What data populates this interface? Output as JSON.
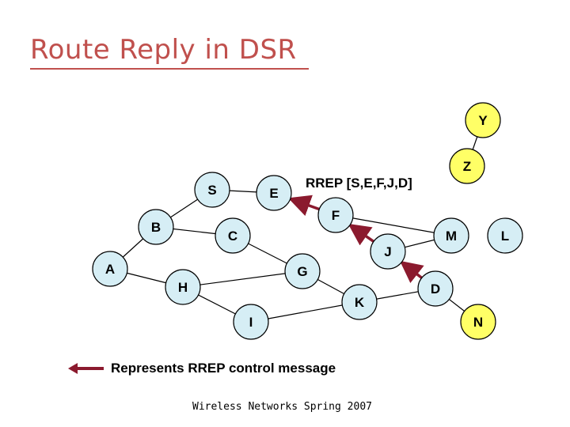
{
  "slide": {
    "title": "Route Reply in DSR",
    "footer": "Wireless Networks Spring 2007"
  },
  "colors": {
    "title": "#c0504d",
    "node_fill": "#d6eef5",
    "highlight_fill": "#ffff66",
    "arrow": "#8b1a2e",
    "edge": "#000000"
  },
  "annotation": {
    "rrep_label": "RREP [S,E,F,J,D]"
  },
  "legend": {
    "text": "Represents RREP control message"
  },
  "nodes": [
    {
      "id": "Y",
      "label": "Y",
      "highlight": true
    },
    {
      "id": "Z",
      "label": "Z",
      "highlight": true
    },
    {
      "id": "S",
      "label": "S",
      "highlight": false
    },
    {
      "id": "E",
      "label": "E",
      "highlight": false
    },
    {
      "id": "F",
      "label": "F",
      "highlight": false
    },
    {
      "id": "B",
      "label": "B",
      "highlight": false
    },
    {
      "id": "C",
      "label": "C",
      "highlight": false
    },
    {
      "id": "M",
      "label": "M",
      "highlight": false
    },
    {
      "id": "L",
      "label": "L",
      "highlight": false
    },
    {
      "id": "J",
      "label": "J",
      "highlight": false
    },
    {
      "id": "A",
      "label": "A",
      "highlight": false
    },
    {
      "id": "G",
      "label": "G",
      "highlight": false
    },
    {
      "id": "H",
      "label": "H",
      "highlight": false
    },
    {
      "id": "D",
      "label": "D",
      "highlight": false
    },
    {
      "id": "K",
      "label": "K",
      "highlight": false
    },
    {
      "id": "I",
      "label": "I",
      "highlight": false
    },
    {
      "id": "N",
      "label": "N",
      "highlight": true
    }
  ],
  "edges": [
    [
      "Y",
      "Z"
    ],
    [
      "S",
      "E"
    ],
    [
      "S",
      "B"
    ],
    [
      "B",
      "A"
    ],
    [
      "B",
      "C"
    ],
    [
      "C",
      "G"
    ],
    [
      "A",
      "H"
    ],
    [
      "H",
      "G"
    ],
    [
      "H",
      "I"
    ],
    [
      "G",
      "K"
    ],
    [
      "K",
      "I"
    ],
    [
      "F",
      "J"
    ],
    [
      "F",
      "M"
    ],
    [
      "J",
      "M"
    ],
    [
      "D",
      "N"
    ],
    [
      "K",
      "D"
    ]
  ],
  "rrep_path": [
    [
      "J",
      "F"
    ],
    [
      "D",
      "J"
    ],
    [
      "F",
      "E"
    ]
  ]
}
